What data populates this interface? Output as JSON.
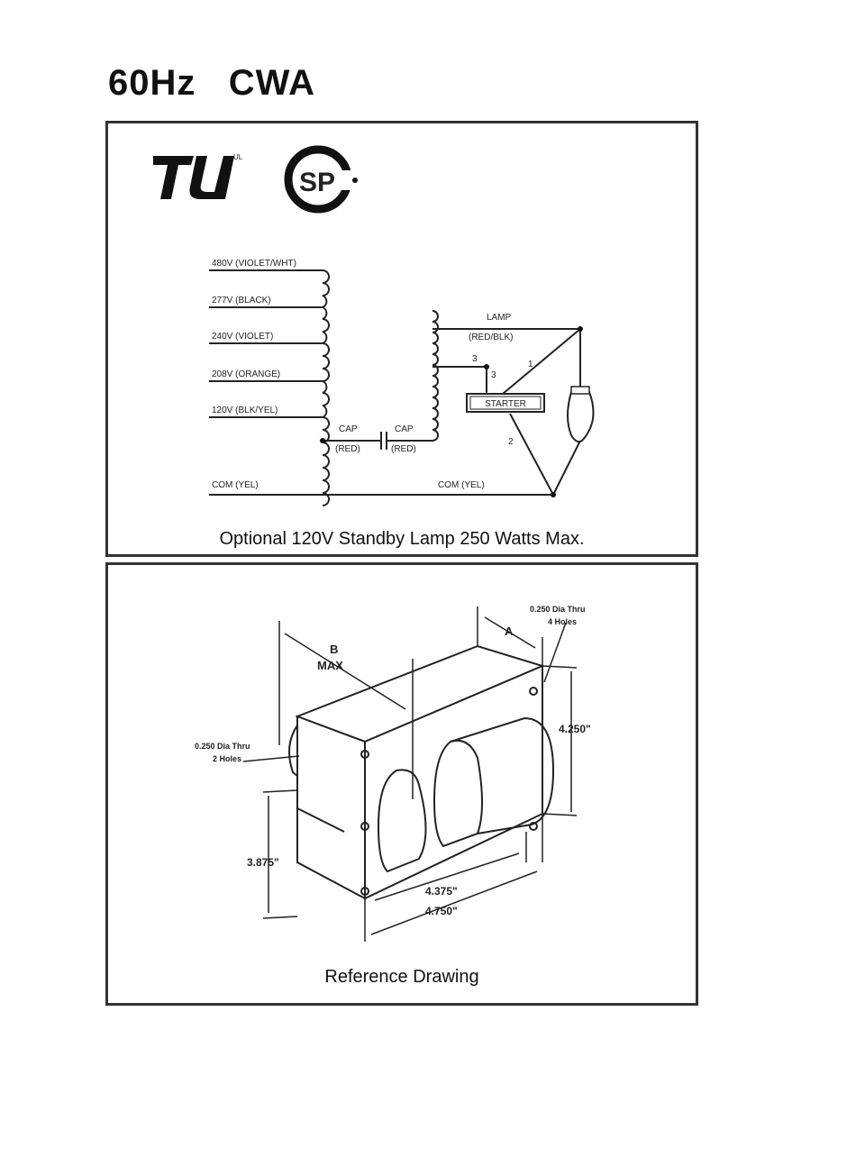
{
  "header": {
    "title": "60Hz   CWA"
  },
  "wiring": {
    "logos": {
      "ul": "UL",
      "csa": "SP"
    },
    "taps": [
      "480V (VIOLET/WHT)",
      "277V (BLACK)",
      "240V (VIOLET)",
      "208V (ORANGE)",
      "120V (BLK/YEL)",
      "COM (YEL)"
    ],
    "cap_left": [
      "CAP",
      "(RED)"
    ],
    "cap_right": [
      "CAP",
      "(RED)"
    ],
    "lamp_label": [
      "LAMP",
      "(RED/BLK)"
    ],
    "com_right": "COM (YEL)",
    "starter": "STARTER",
    "pins": [
      "3",
      "3",
      "1",
      "2"
    ],
    "caption": "Optional 120V Standby Lamp 250 Watts Max."
  },
  "reference": {
    "dim_b": [
      "B",
      "MAX"
    ],
    "dim_a": "A",
    "holes_top": [
      "0.250 Dia Thru",
      "4 Holes"
    ],
    "holes_left": [
      "0.250 Dia Thru",
      "2 Holes"
    ],
    "height_right": "4.250\"",
    "height_left": "3.875\"",
    "len_inner": "4.375\"",
    "len_outer": "4.750\"",
    "caption": "Reference Drawing"
  },
  "colors": {
    "line": "#222222",
    "border": "#333333"
  }
}
